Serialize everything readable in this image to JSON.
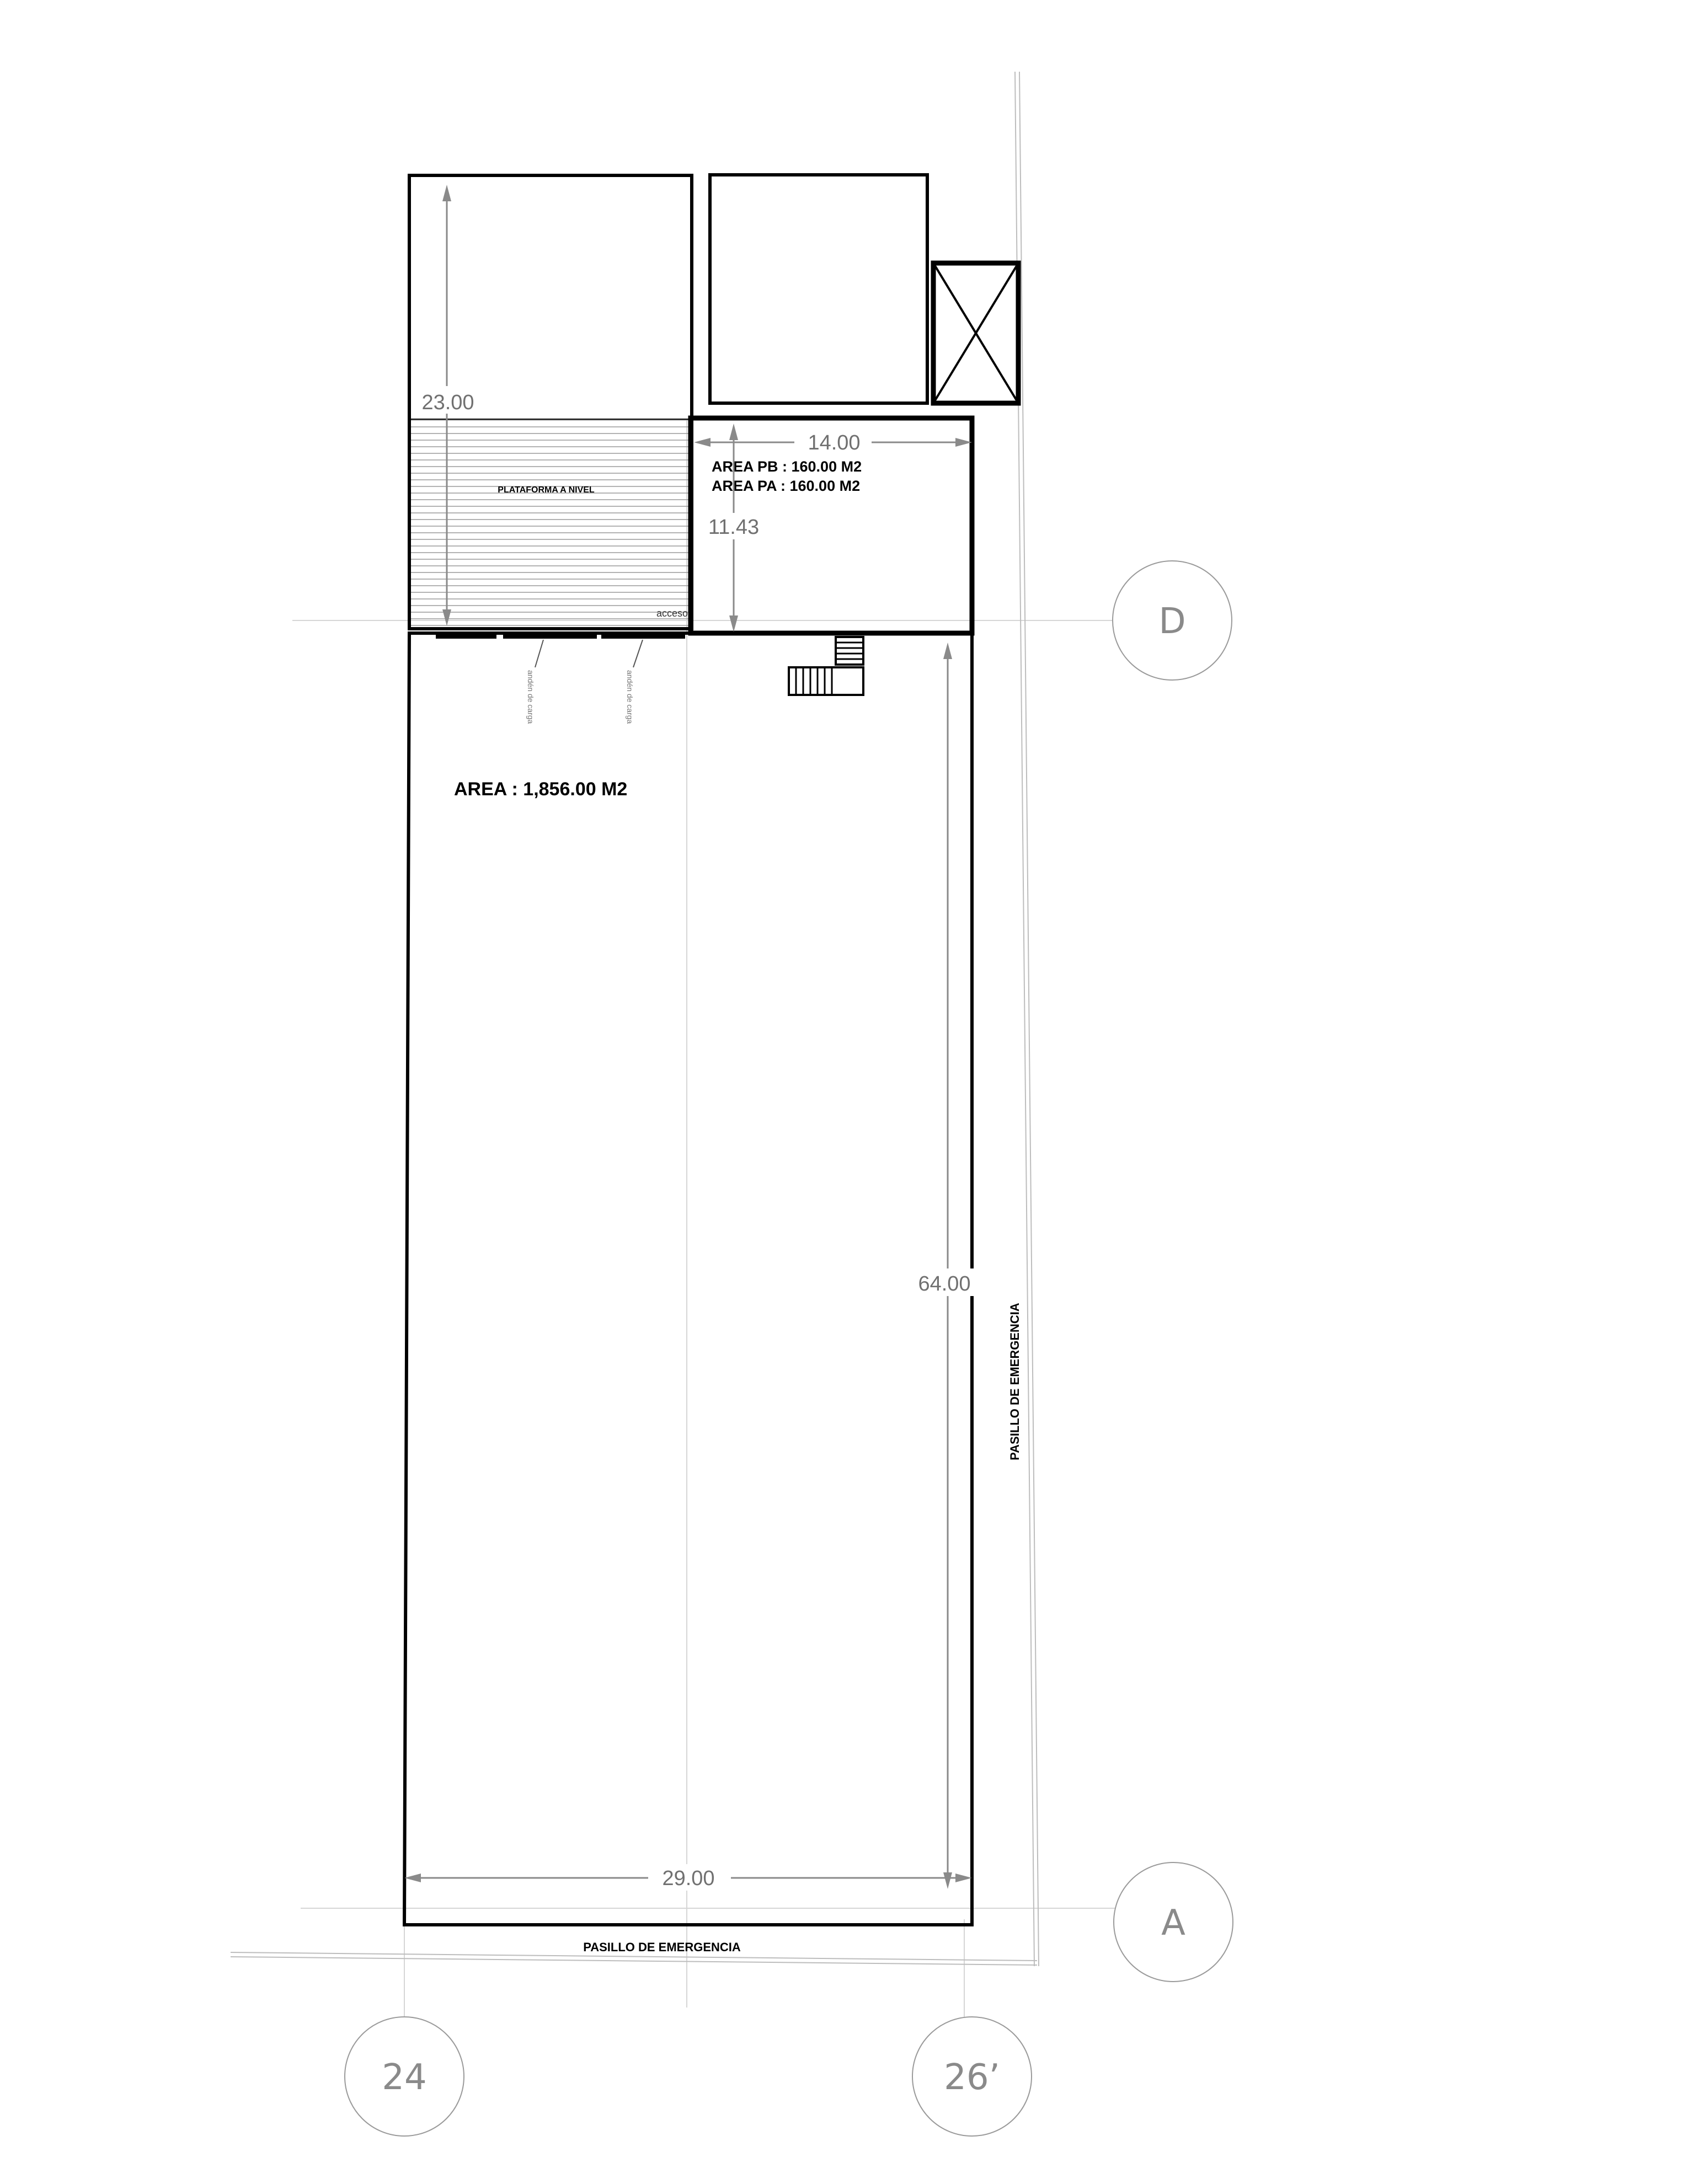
{
  "dimensions": {
    "platform_height": "23.00",
    "office_width": "14.00",
    "office_height": "11.43",
    "warehouse_length": "64.00",
    "warehouse_width": "29.00"
  },
  "labels": {
    "platform": "PLATAFORMA A NIVEL",
    "access": "acceso",
    "office_area_pb": "AREA PB  : 160.00 M2",
    "office_area_pa": "AREA PA  : 160.00 M2",
    "warehouse_area": "AREA : 1,856.00 M2",
    "emergency_right": "PASILLO DE EMERGENCIA",
    "emergency_bottom": "PASILLO DE EMERGENCIA",
    "dock_1": "andén de carga",
    "dock_2": "andén de carga"
  },
  "axes": {
    "d": "D",
    "a": "A",
    "col_24": "24",
    "col_26": "26’"
  }
}
